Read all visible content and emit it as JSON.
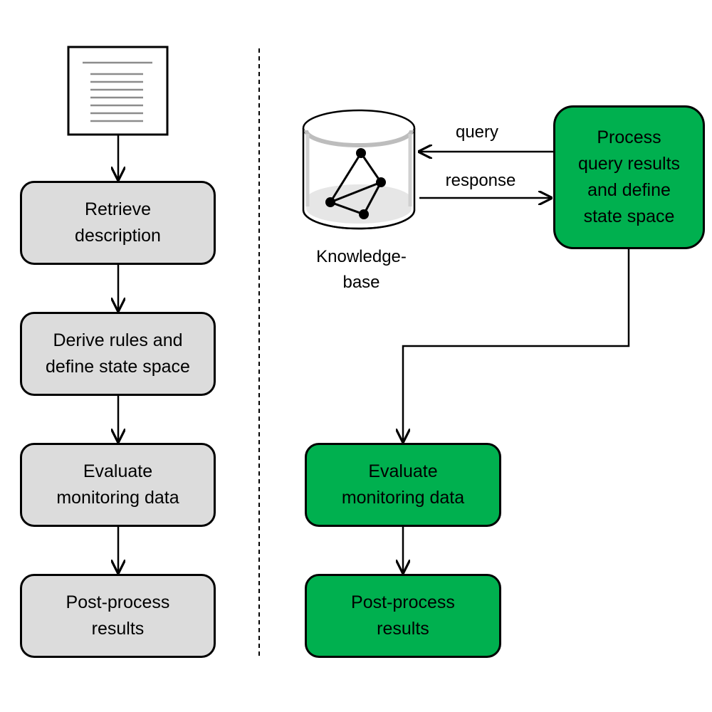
{
  "left_flow": {
    "steps": [
      "Retrieve\ndescription",
      "Derive rules and\ndefine state space",
      "Evaluate\nmonitoring data",
      "Post-process\nresults"
    ]
  },
  "right_flow": {
    "knowledge_base_label": "Knowledge-\nbase",
    "query_label": "query",
    "response_label": "response",
    "process_box": "Process\nquery results\nand define\nstate space",
    "evaluate_box": "Evaluate\nmonitoring data",
    "postprocess_box": "Post-process\nresults"
  },
  "colors": {
    "gray_box": "#dcdcdc",
    "green_box": "#00b04f",
    "stroke": "#000000"
  }
}
